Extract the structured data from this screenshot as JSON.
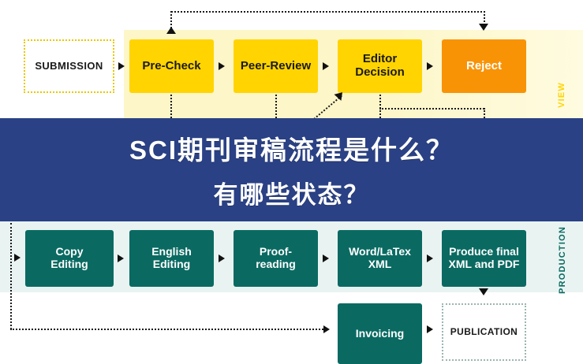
{
  "banner": {
    "line1": "SCI期刊审稿流程是什么？",
    "line2": "有哪些状态？",
    "background_color": "#2a4185",
    "text_color": "#ffffff"
  },
  "review_track": {
    "side_label": "VIEW",
    "band_color": "#fdf6c8",
    "nodes": [
      {
        "label": "SUBMISSION",
        "style": "dashed-yellow"
      },
      {
        "label": "Pre-Check",
        "style": "yellow"
      },
      {
        "label": "Peer-Review",
        "style": "yellow"
      },
      {
        "label": "Editor Decision",
        "style": "yellow",
        "line1": "Editor",
        "line2": "Decision"
      },
      {
        "label": "Reject",
        "style": "orange"
      }
    ],
    "colors": {
      "yellow": "#ffd400",
      "orange": "#f99306",
      "dashed_border": "#e9c700"
    }
  },
  "production_track": {
    "side_label": "PRODUCTION",
    "band_color": "#e9f4f2",
    "nodes": [
      {
        "label": "Copy Editing",
        "line1": "Copy",
        "line2": "Editing",
        "style": "teal"
      },
      {
        "label": "English Editing",
        "line1": "English",
        "line2": "Editing",
        "style": "teal"
      },
      {
        "label": "Proof-reading",
        "line1": "Proof-",
        "line2": "reading",
        "style": "teal"
      },
      {
        "label": "Word/LaTex XML",
        "line1": "Word/LaTex",
        "line2": "XML",
        "style": "teal"
      },
      {
        "label": "Produce final XML and PDF",
        "line1": "Produce final",
        "line2": "XML and PDF",
        "style": "teal"
      },
      {
        "label": "Invoicing",
        "line1": "Invoicing",
        "line2": "",
        "style": "teal"
      },
      {
        "label": "PUBLICATION",
        "style": "dashed-grey"
      }
    ],
    "colors": {
      "teal": "#0a6a62",
      "dashed_border": "#9bb5b2"
    }
  }
}
